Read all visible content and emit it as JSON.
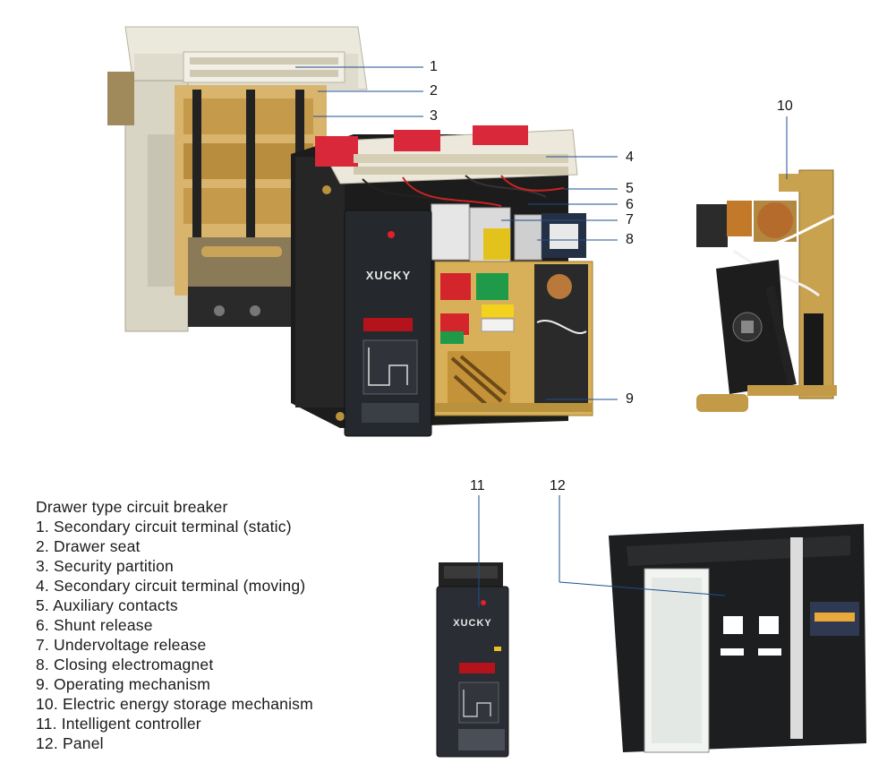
{
  "callouts": {
    "c1": "1",
    "c2": "2",
    "c3": "3",
    "c4": "4",
    "c5": "5",
    "c6": "6",
    "c7": "7",
    "c8": "8",
    "c9": "9",
    "c10": "10",
    "c11": "11",
    "c12": "12"
  },
  "brand": {
    "main_logo": "XUCKY",
    "controller_logo": "XUCKY"
  },
  "legend": {
    "title": "Drawer type circuit breaker",
    "items": [
      "1. Secondary circuit terminal (static)",
      "2. Drawer seat",
      "3. Security partition",
      "4. Secondary circuit terminal (moving)",
      "5. Auxiliary contacts",
      "6. Shunt release",
      "7. Undervoltage release",
      "8. Closing electromagnet",
      "9. Operating mechanism",
      "10. Electric energy storage mechanism",
      "11. Intelligent controller",
      "12. Panel"
    ]
  },
  "colors": {
    "leader_line": "#1f4f8f",
    "housing": "#1f1f1f",
    "terminal_red": "#d8283a",
    "copper": "#c8973e",
    "drawer_seat": "#e6e2d4"
  }
}
